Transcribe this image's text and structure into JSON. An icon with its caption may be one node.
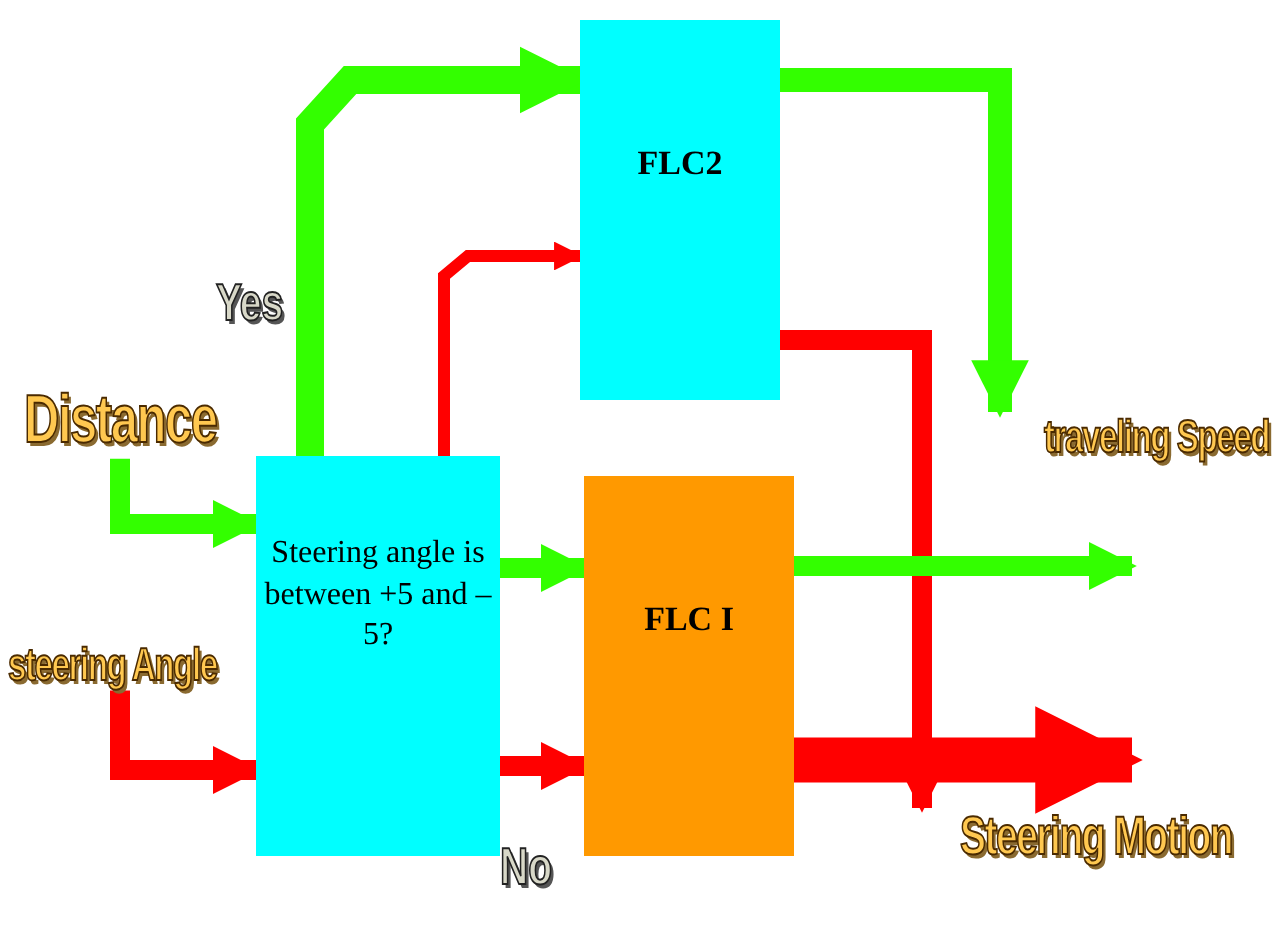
{
  "diagram": {
    "nodes": [
      {
        "text": [
          "Distance"
        ]
      },
      {
        "text": [
          "steering Angle"
        ]
      },
      {
        "text": [
          "Steering angle is between +5 and – 5?"
        ]
      },
      {
        "text": [
          "FLC2"
        ]
      },
      {
        "text": [
          "FLC I"
        ]
      },
      {
        "text": [
          "traveling Speed"
        ]
      },
      {
        "text": [
          "Steering Motion"
        ]
      }
    ],
    "edges": [
      {
        "from": 0,
        "to": 2,
        "arrow": "to",
        "color": "#33ff00"
      },
      {
        "from": 1,
        "to": 2,
        "arrow": "to",
        "color": "#ff0000"
      },
      {
        "from": 2,
        "to": 3,
        "arrow": "to",
        "color": "#33ff00",
        "label": "Yes"
      },
      {
        "from": 2,
        "to": 3,
        "arrow": "to",
        "color": "#ff0000"
      },
      {
        "from": 2,
        "to": 4,
        "arrow": "to",
        "color": "#33ff00"
      },
      {
        "from": 2,
        "to": 4,
        "arrow": "to",
        "color": "#ff0000"
      },
      {
        "from": 3,
        "to": 5,
        "arrow": "to",
        "color": "#33ff00"
      },
      {
        "from": 3,
        "to": 6,
        "arrow": "to",
        "color": "#ff0000"
      },
      {
        "from": 4,
        "to": 5,
        "arrow": "to",
        "color": "#33ff00"
      },
      {
        "from": 4,
        "to": 6,
        "arrow": "to",
        "color": "#ff0000",
        "style": "thick"
      }
    ],
    "labels": [
      "No"
    ]
  }
}
